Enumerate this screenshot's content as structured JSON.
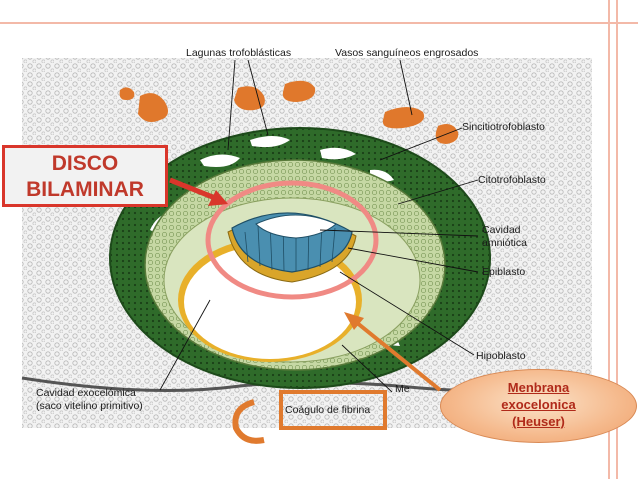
{
  "labels": {
    "lagunas": "Lagunas trofoblásticas",
    "vasos": "Vasos sanguíneos engrosados",
    "sincitio": "Sincitiotrofoblasto",
    "citotro": "Citotrofoblasto",
    "cavidad_amn_1": "Cavidad",
    "cavidad_amn_2": "amniótica",
    "epiblasto": "Epiblasto",
    "hipoblasto": "Hipoblasto",
    "cav_exo_1": "Cavidad exocelómica",
    "cav_exo_2": "(saco vitelino primitivo)",
    "me_partial": "Me",
    "coagulo": "Coágulo de fibrina"
  },
  "disco": {
    "line1": "DISCO",
    "line2": "BILAMINAR"
  },
  "menbrana": {
    "line1": "Menbrana",
    "line2": "exocelonica",
    "line3": "(Heuser)"
  },
  "colors": {
    "accent_red": "#d9362b",
    "accent_orange": "#e07a2e",
    "trophoblast_green": "#2f6b2a",
    "amnion_blue": "#4a8fb0",
    "yolk_yellow": "#e8b02a"
  }
}
